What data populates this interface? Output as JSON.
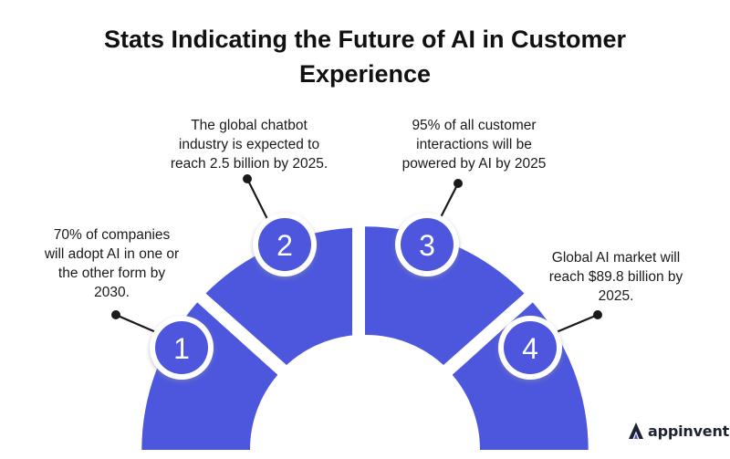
{
  "title": {
    "line1": "Stats Indicating the Future of AI in Customer",
    "line2": "Experience"
  },
  "colors": {
    "segment": "#4d57dd",
    "circle": "#4d57dd",
    "circle_ring": "#ffffff",
    "circle_shadow": "#b9bcc8",
    "connector": "#1a1a1a",
    "text": "#1a1a1a"
  },
  "stats": [
    {
      "number": "1",
      "lines": [
        "70% of companies",
        "will adopt AI in one or",
        "the other form by",
        "2030."
      ]
    },
    {
      "number": "2",
      "lines": [
        "The global chatbot",
        "industry is expected to",
        "reach 2.5 billion by 2025."
      ]
    },
    {
      "number": "3",
      "lines": [
        "95% of all customer",
        "interactions will be",
        "powered by AI by 2025"
      ]
    },
    {
      "number": "4",
      "lines": [
        "Global AI market will",
        "reach $89.8 billion by",
        "2025."
      ]
    }
  ],
  "brand": {
    "name": "appinventiv",
    "icon": "appinventiv-logo-icon"
  }
}
